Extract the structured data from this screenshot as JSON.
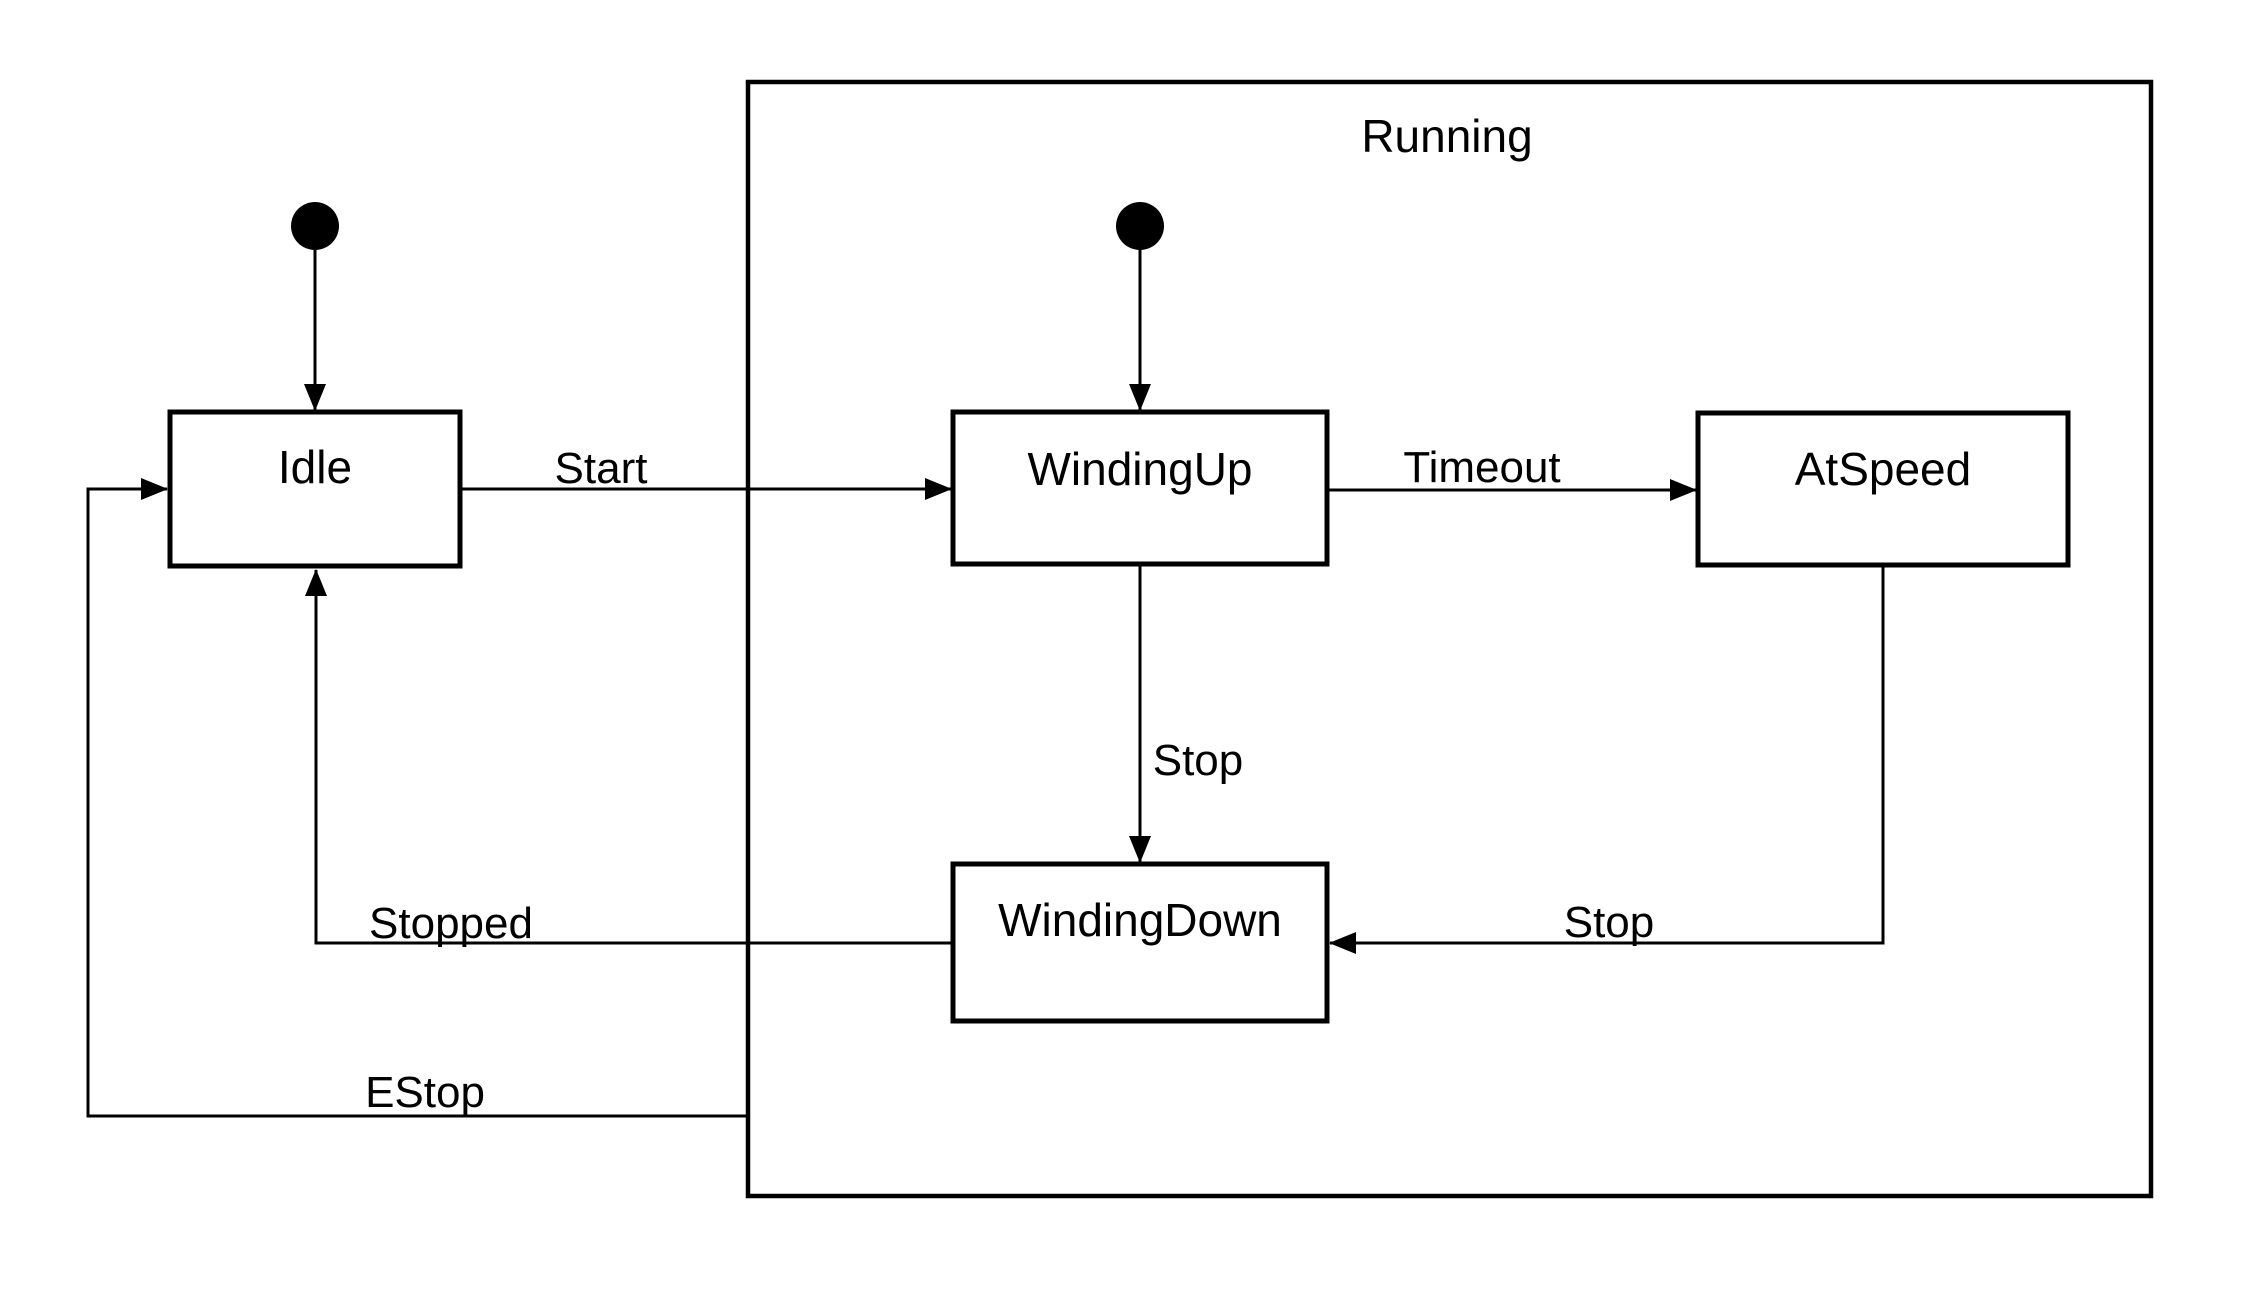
{
  "diagram": {
    "type": "uml-state-machine",
    "background_color": "#ffffff",
    "stroke_color": "#000000",
    "composite_state": {
      "label": "Running"
    },
    "states": [
      {
        "id": "idle",
        "label": "Idle"
      },
      {
        "id": "winding-up",
        "label": "WindingUp"
      },
      {
        "id": "at-speed",
        "label": "AtSpeed"
      },
      {
        "id": "winding-down",
        "label": "WindingDown"
      }
    ],
    "initial_pseudostates": [
      {
        "id": "initial-top-level",
        "target": "Idle"
      },
      {
        "id": "initial-running",
        "target": "WindingUp"
      }
    ],
    "transitions": [
      {
        "id": "start",
        "from": "Idle",
        "to": "WindingUp",
        "label": "Start"
      },
      {
        "id": "timeout",
        "from": "WindingUp",
        "to": "AtSpeed",
        "label": "Timeout"
      },
      {
        "id": "stop-windup",
        "from": "WindingUp",
        "to": "WindingDown",
        "label": "Stop"
      },
      {
        "id": "stop-atspeed",
        "from": "AtSpeed",
        "to": "WindingDown",
        "label": "Stop"
      },
      {
        "id": "stopped",
        "from": "WindingDown",
        "to": "Idle",
        "label": "Stopped"
      },
      {
        "id": "estop",
        "from": "Running",
        "to": "Idle",
        "label": "EStop"
      }
    ]
  }
}
